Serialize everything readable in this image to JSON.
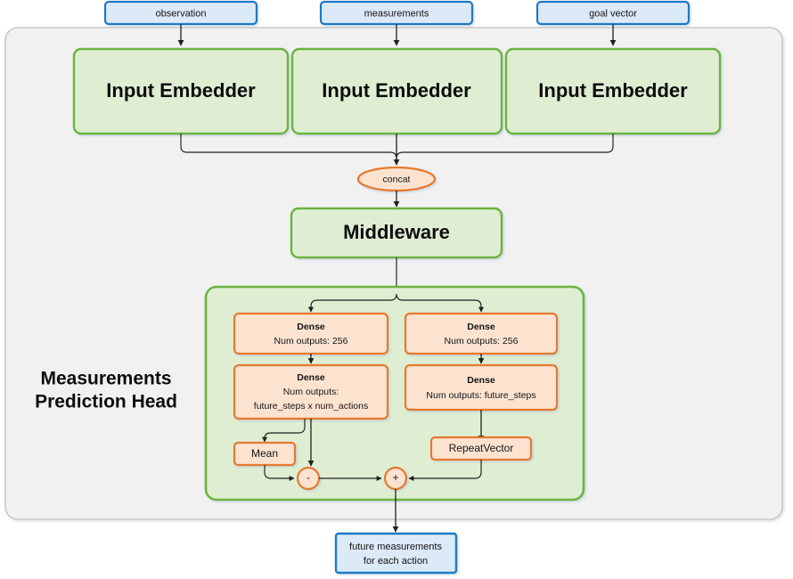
{
  "diagram": {
    "title": "Measurements Prediction Head network architecture",
    "colors": {
      "io_box_fill": "#dce9f7",
      "io_box_stroke": "#1a7ac4",
      "block_fill": "#dfeed3",
      "block_stroke": "#6cb33f",
      "op_fill": "#fce3d0",
      "op_stroke": "#e8782d",
      "container_fill": "#f1f1f1",
      "container_stroke": "#c9c9c9",
      "edge": "#1f1f1f",
      "text": "#141414"
    }
  },
  "inputs": [
    {
      "id": "observation",
      "label": "observation"
    },
    {
      "id": "measurements",
      "label": "measurements"
    },
    {
      "id": "goal-vector",
      "label": "goal vector"
    }
  ],
  "embedders": [
    {
      "id": "embedder-observation",
      "label": "Input Embedder"
    },
    {
      "id": "embedder-measurements",
      "label": "Input Embedder"
    },
    {
      "id": "embedder-goal-vector",
      "label": "Input Embedder"
    }
  ],
  "concat": {
    "label": "concat"
  },
  "middleware": {
    "label": "Middleware"
  },
  "head": {
    "label_line1": "Measurements",
    "label_line2": "Prediction Head",
    "branches": {
      "left": {
        "dense1": {
          "title": "Dense",
          "sub1": "Num outputs: 256"
        },
        "dense2": {
          "title": "Dense",
          "sub1": "Num outputs:",
          "sub2": "future_steps x num_actions"
        },
        "mean": {
          "label": "Mean"
        },
        "op": {
          "label": "-"
        }
      },
      "right": {
        "dense1": {
          "title": "Dense",
          "sub1": "Num outputs: 256"
        },
        "dense2": {
          "title": "Dense",
          "sub1": "Num outputs: future_steps"
        },
        "repeat": {
          "label": "RepeatVector"
        }
      }
    },
    "merge_op": {
      "label": "+"
    }
  },
  "output": {
    "line1": "future measurements",
    "line2": "for each action"
  }
}
